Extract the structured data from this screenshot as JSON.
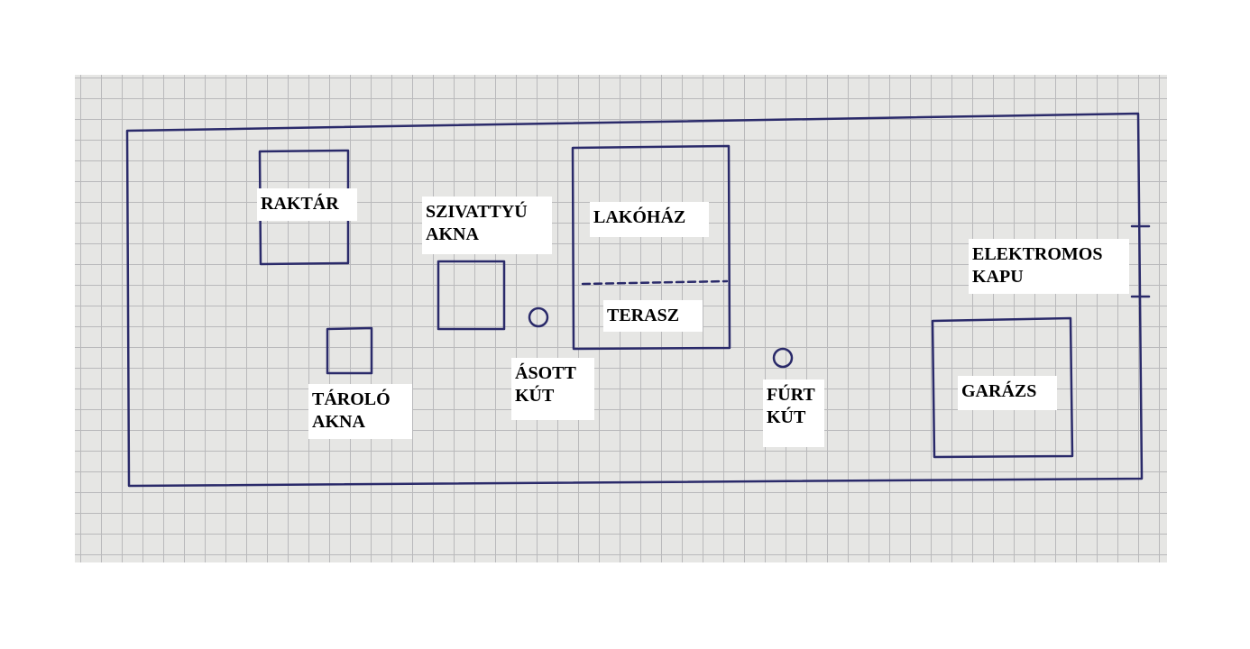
{
  "diagram": {
    "labels": {
      "raktar": "RAKTÁR",
      "szivattyu_akna": "SZIVATTYÚ\nAKNA",
      "lakohaz": "LAKÓHÁZ",
      "terasz": "TERASZ",
      "elektromos_kapu": "ELEKTROMOS\nKAPU",
      "taroló_akna": "TÁROLÓ\nAKNA",
      "asott_kut": "ÁSOTT\nKÚT",
      "furt_kut": "FÚRT\nKÚT",
      "garazs": "GARÁZS"
    },
    "ink_color": "#2a2a6a",
    "paper_color": "#e6e6e4",
    "grid_color": "#b9b9bb"
  }
}
